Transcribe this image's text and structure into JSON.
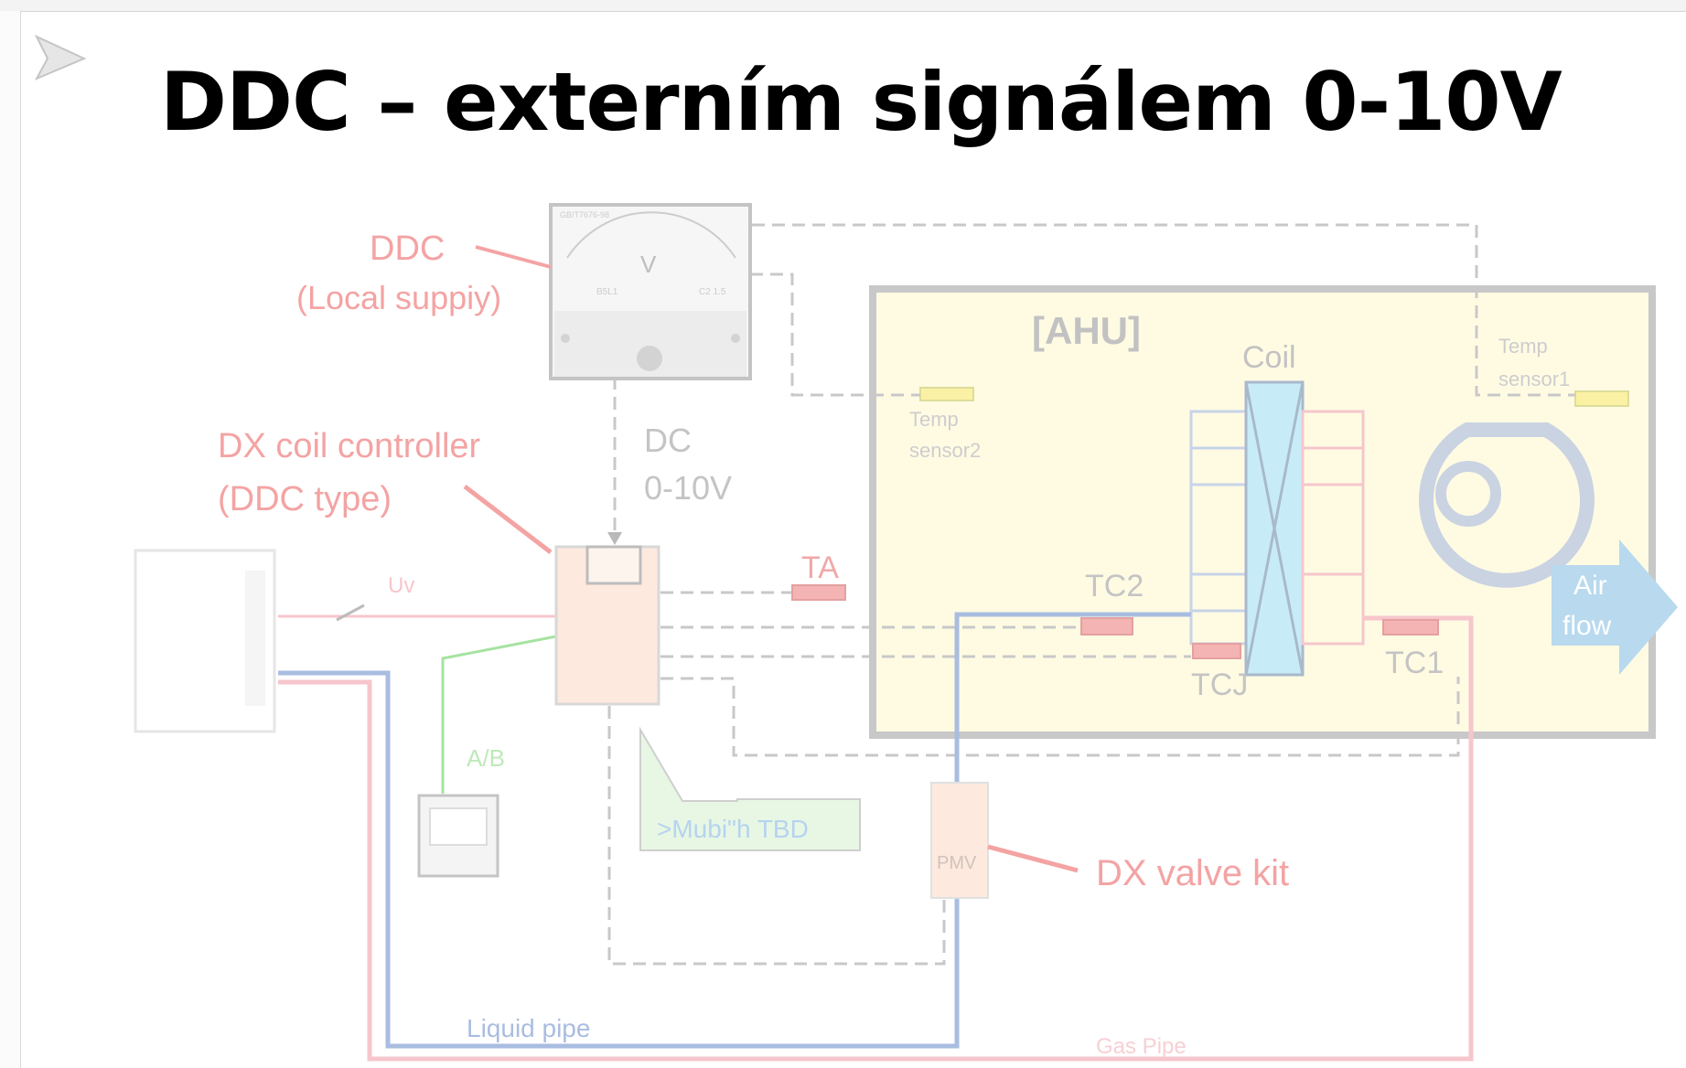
{
  "slide": {
    "title": "DDC – externím signálem 0-10V"
  },
  "diagram": {
    "ddc_label": "DDC",
    "ddc_sub": "(Local suppiy)",
    "controller_label": "DX coil controller",
    "controller_sub": "(DDC type)",
    "dc_label": "DC",
    "dc_range": "0-10V",
    "ahu_label": "[AHU]",
    "coil_label": "Coil",
    "temp_sensor1_line1": "Temp",
    "temp_sensor1_line2": "sensor1",
    "temp_sensor2_line1": "Temp",
    "temp_sensor2_line2": "sensor2",
    "ta_label": "TA",
    "tc2_label": "TC2",
    "tc1_label": "TC1",
    "tcj_label": "TCJ",
    "uv_label": "Uv",
    "ab_label": "A/B",
    "callout_label": ">Mubi\"h TBD",
    "pmv_label": "PMV",
    "valve_kit_label": "DX valve kit",
    "air_flow_line1": "Air",
    "air_flow_line2": "flow",
    "liquid_pipe_label": "Liquid pipe",
    "gas_pipe_label": "Gas Pipe",
    "meter_unit": "V",
    "meter_model": "GB/T7676-98",
    "meter_class": "B5L1",
    "meter_range_code": "C2 1.5"
  },
  "colors": {
    "red_label": "#f4a3a3",
    "blue_pipe": "#a9bde0",
    "pink_pipe": "#f6c6cc",
    "green_wire": "#a6e3a0",
    "ahu_fill": "#fffbe3",
    "coil_fill": "#c8ecf7",
    "arrow_fill": "#b8d9ee",
    "dashed": "#9a9a9a"
  }
}
